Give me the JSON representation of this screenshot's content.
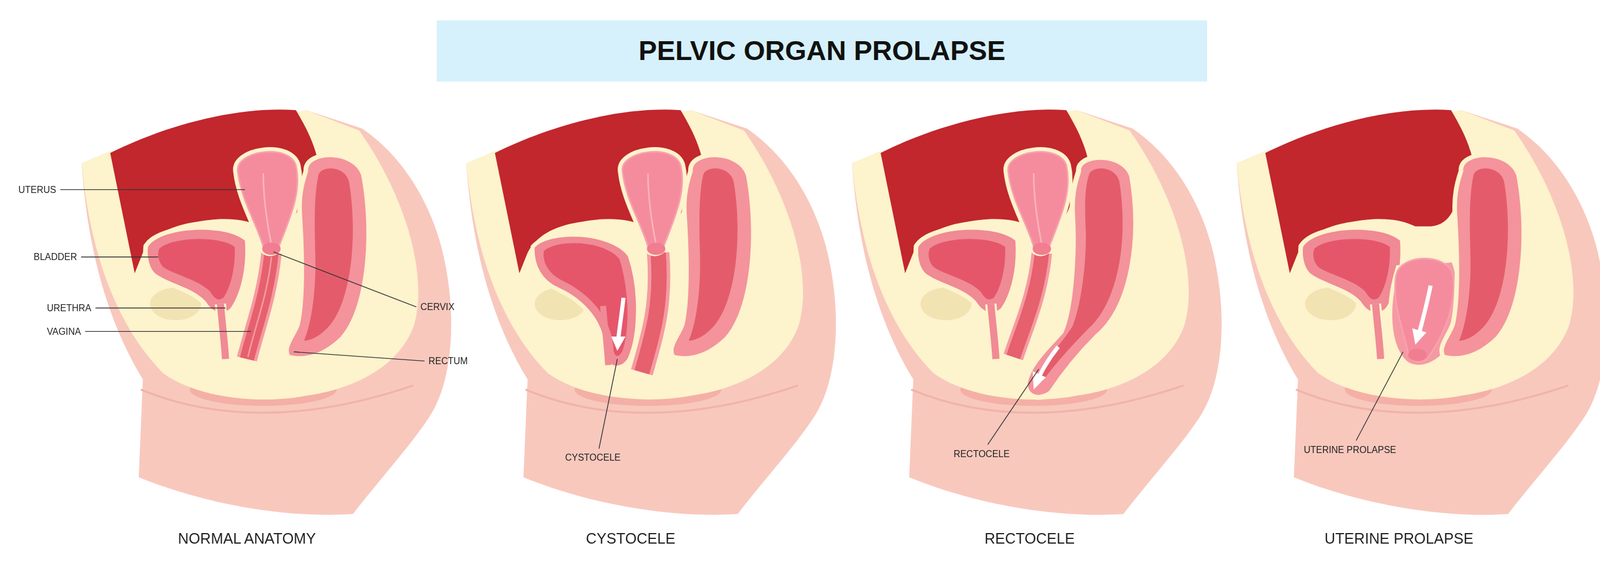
{
  "diagram": {
    "title": "PELVIC ORGAN PROLAPSE",
    "labels": [
      "UTERUS",
      "BLADDER",
      "URETHRA",
      "VAGINA",
      "CERVIX",
      "RECTUM",
      "CYSTOCELE",
      "RECTOCELE",
      "UTERINE PROLAPSE",
      "NORMAL ANATOMY",
      "CYSTOCELE",
      "RECTOCELE",
      "UTERINE PROLAPSE"
    ]
  }
}
